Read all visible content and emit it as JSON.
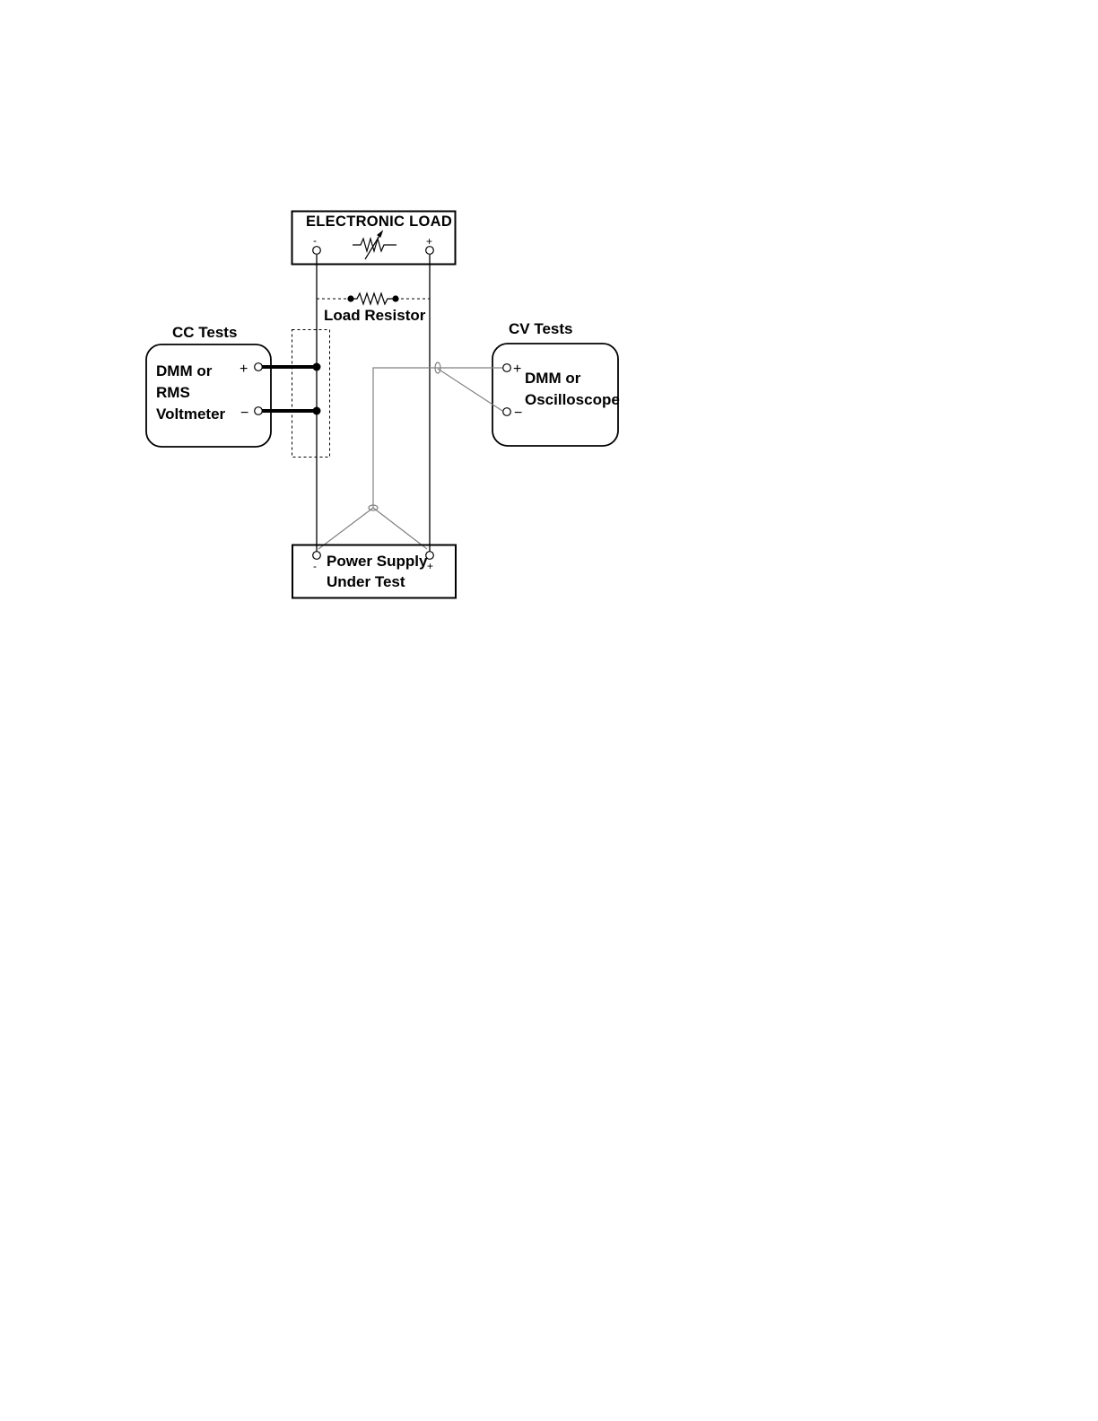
{
  "electronic_load": {
    "title": "ELECTRONIC LOAD",
    "minus": "-",
    "plus": "+"
  },
  "load_resistor": {
    "label": "Load Resistor"
  },
  "cc_tests": {
    "heading": "CC Tests",
    "device_lines": [
      "DMM or",
      "RMS",
      "Voltmeter"
    ],
    "plus": "+",
    "minus": "−"
  },
  "cv_tests": {
    "heading": "CV Tests",
    "device_lines": [
      "DMM or",
      "Oscilloscope"
    ],
    "plus": "+",
    "minus": "−"
  },
  "power_supply": {
    "lines": [
      "Power Supply",
      "Under Test"
    ],
    "minus": "-",
    "plus": "+"
  },
  "colors": {
    "line": "#000000",
    "probe_wire": "#808080"
  }
}
